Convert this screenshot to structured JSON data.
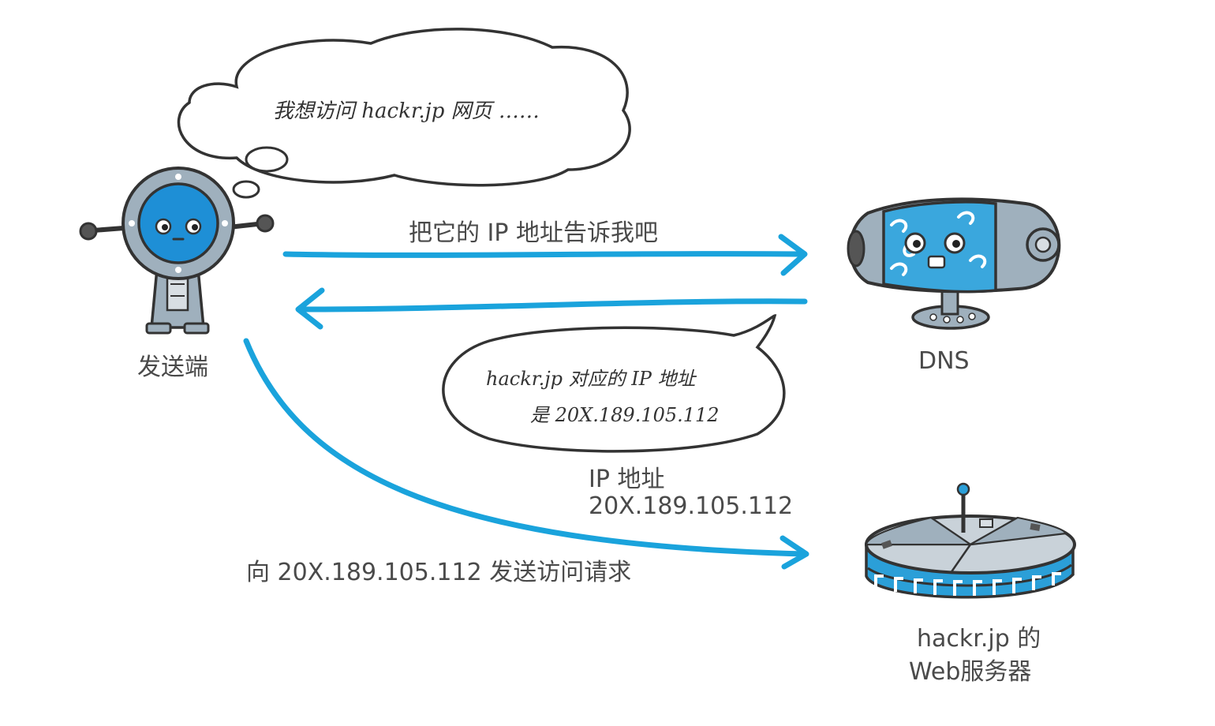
{
  "thought_bubble": {
    "text": "我想访问 hackr.jp 网页 ……"
  },
  "sender": {
    "label": "发送端"
  },
  "dns": {
    "label": "DNS"
  },
  "web_server": {
    "label_line1": "hackr.jp 的",
    "label_line2": "Web服务器"
  },
  "arrows": {
    "query_label": "把它的 IP 地址告诉我吧",
    "request_label": "向 20X.189.105.112 发送访问请求"
  },
  "dns_reply": {
    "bubble_line1": "hackr.jp 对应的 IP 地址",
    "bubble_line2": "是 20X.189.105.112",
    "ip_caption_line1": "IP 地址",
    "ip_caption_line2": "20X.189.105.112"
  },
  "colors": {
    "arrow": "#1aa3dc",
    "outline": "#333333",
    "robot_blue": "#1e8fd6",
    "robot_gray": "#9fb0bd",
    "dns_pattern": "#3aa7dd",
    "server_band": "#2b9fd8"
  }
}
